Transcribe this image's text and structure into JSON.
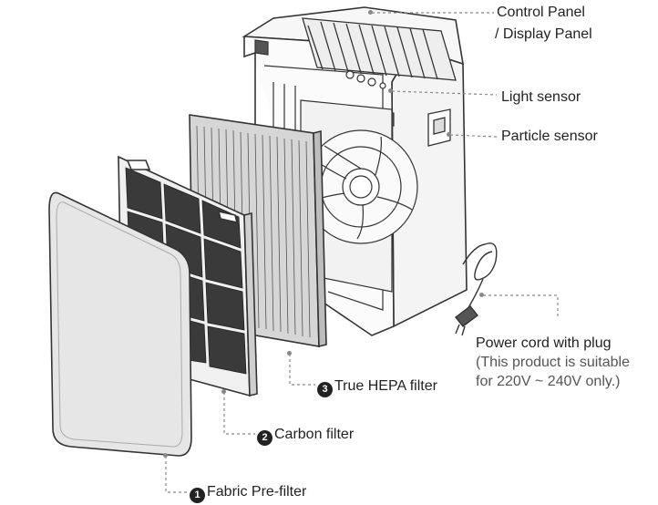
{
  "labels": {
    "control_panel_line1": "Control Panel",
    "control_panel_line2": "/ Display Panel",
    "light_sensor": "Light sensor",
    "particle_sensor": "Particle sensor",
    "power_cord_line1": "Power cord with plug",
    "power_cord_line2": "(This product is suitable",
    "power_cord_line3": "for 220V ~ 240V only.)",
    "hepa_filter": "True HEPA filter",
    "carbon_filter": "Carbon filter",
    "pre_filter": "Fabric Pre-filter"
  },
  "numbers": {
    "hepa": "3",
    "carbon": "2",
    "pre": "1"
  },
  "colors": {
    "leader": "#888888",
    "outline": "#333333",
    "carbon_block": "#3a3a3a",
    "pre_filter_fill": "#e6e6e6"
  }
}
